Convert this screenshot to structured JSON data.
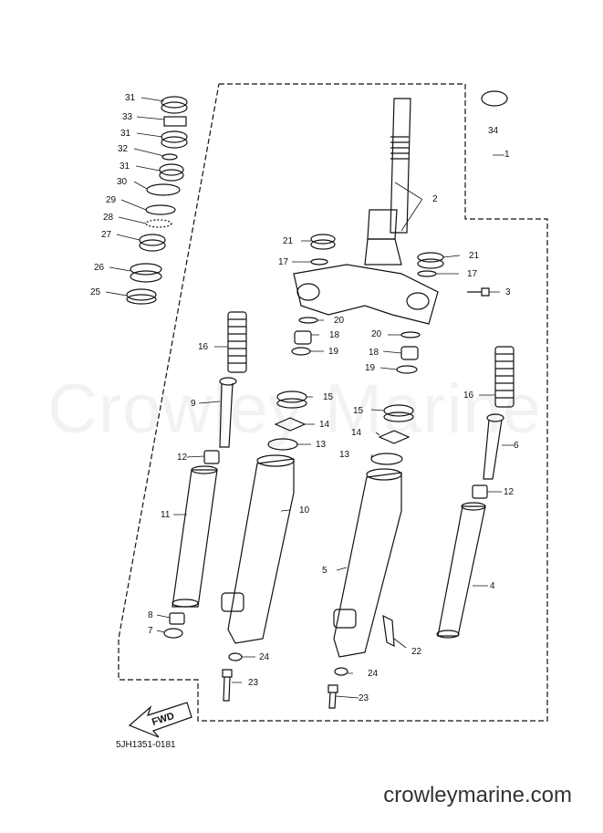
{
  "watermark": "Crowley Marine",
  "part_code": "5JH1351-0181",
  "site": "crowleymarine.com",
  "fwd_label": "FWD",
  "callouts": [
    "31",
    "33",
    "31",
    "32",
    "31",
    "30",
    "29",
    "28",
    "27",
    "26",
    "25",
    "16",
    "9",
    "12",
    "11",
    "8",
    "7",
    "21",
    "17",
    "2",
    "1",
    "34",
    "21",
    "17",
    "3",
    "20",
    "18",
    "19",
    "15",
    "14",
    "13",
    "10",
    "24",
    "23",
    "20",
    "18",
    "19",
    "15",
    "14",
    "13",
    "5",
    "24",
    "23",
    "16",
    "6",
    "12",
    "4",
    "22"
  ]
}
